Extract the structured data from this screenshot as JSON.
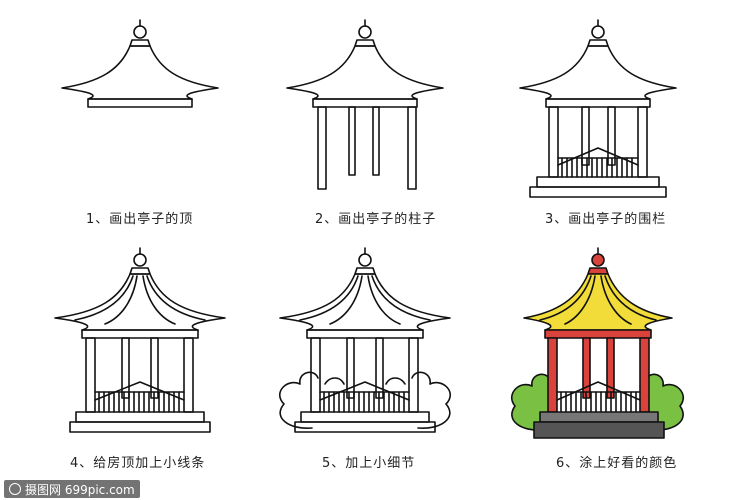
{
  "captions": [
    "1、画出亭子的顶",
    "2、画出亭子的柱子",
    "3、画出亭子的围栏",
    "4、给房顶加上小线条",
    "5、加上小细节",
    "6、涂上好看的颜色"
  ],
  "watermark": {
    "text": "摄图网 699pic.com"
  },
  "colors": {
    "outline": "#111111",
    "roof_fill": "#f1dc3a",
    "pillar_fill": "#d9433c",
    "base_fill": "#555555",
    "bush_fill": "#79c043",
    "bush_outline": "#2f7a1f"
  }
}
